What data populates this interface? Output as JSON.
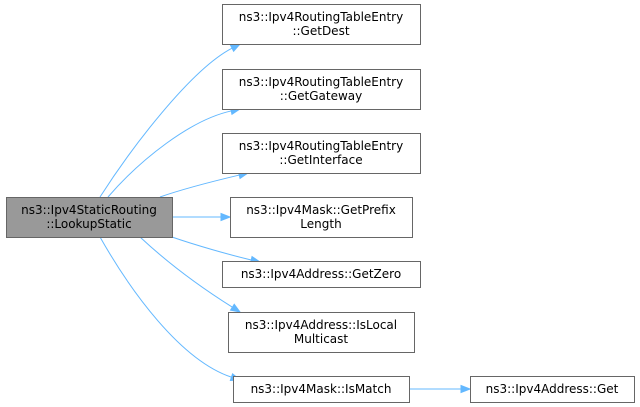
{
  "graph": {
    "nodes": [
      {
        "id": "root",
        "lines": [
          "ns3::Ipv4StaticRouting",
          "::LookupStatic"
        ],
        "highlight": true
      },
      {
        "id": "getdest",
        "lines": [
          "ns3::Ipv4RoutingTableEntry",
          "::GetDest"
        ]
      },
      {
        "id": "getgateway",
        "lines": [
          "ns3::Ipv4RoutingTableEntry",
          "::GetGateway"
        ]
      },
      {
        "id": "getinterface",
        "lines": [
          "ns3::Ipv4RoutingTableEntry",
          "::GetInterface"
        ]
      },
      {
        "id": "getprefixlength",
        "lines": [
          "ns3::Ipv4Mask::GetPrefix",
          "Length"
        ]
      },
      {
        "id": "getzero",
        "lines": [
          "ns3::Ipv4Address::GetZero"
        ]
      },
      {
        "id": "islocalmulticast",
        "lines": [
          "ns3::Ipv4Address::IsLocal",
          "Multicast"
        ]
      },
      {
        "id": "ismatch",
        "lines": [
          "ns3::Ipv4Mask::IsMatch"
        ]
      },
      {
        "id": "get",
        "lines": [
          "ns3::Ipv4Address::Get"
        ]
      }
    ],
    "edges": [
      {
        "from": "root",
        "to": "getdest"
      },
      {
        "from": "root",
        "to": "getgateway"
      },
      {
        "from": "root",
        "to": "getinterface"
      },
      {
        "from": "root",
        "to": "getprefixlength"
      },
      {
        "from": "root",
        "to": "getzero"
      },
      {
        "from": "root",
        "to": "islocalmulticast"
      },
      {
        "from": "root",
        "to": "ismatch"
      },
      {
        "from": "ismatch",
        "to": "get"
      }
    ],
    "colors": {
      "edge": "#63b8ff",
      "node_border": "#666666",
      "root_fill": "#999999",
      "node_fill": "#ffffff"
    }
  }
}
